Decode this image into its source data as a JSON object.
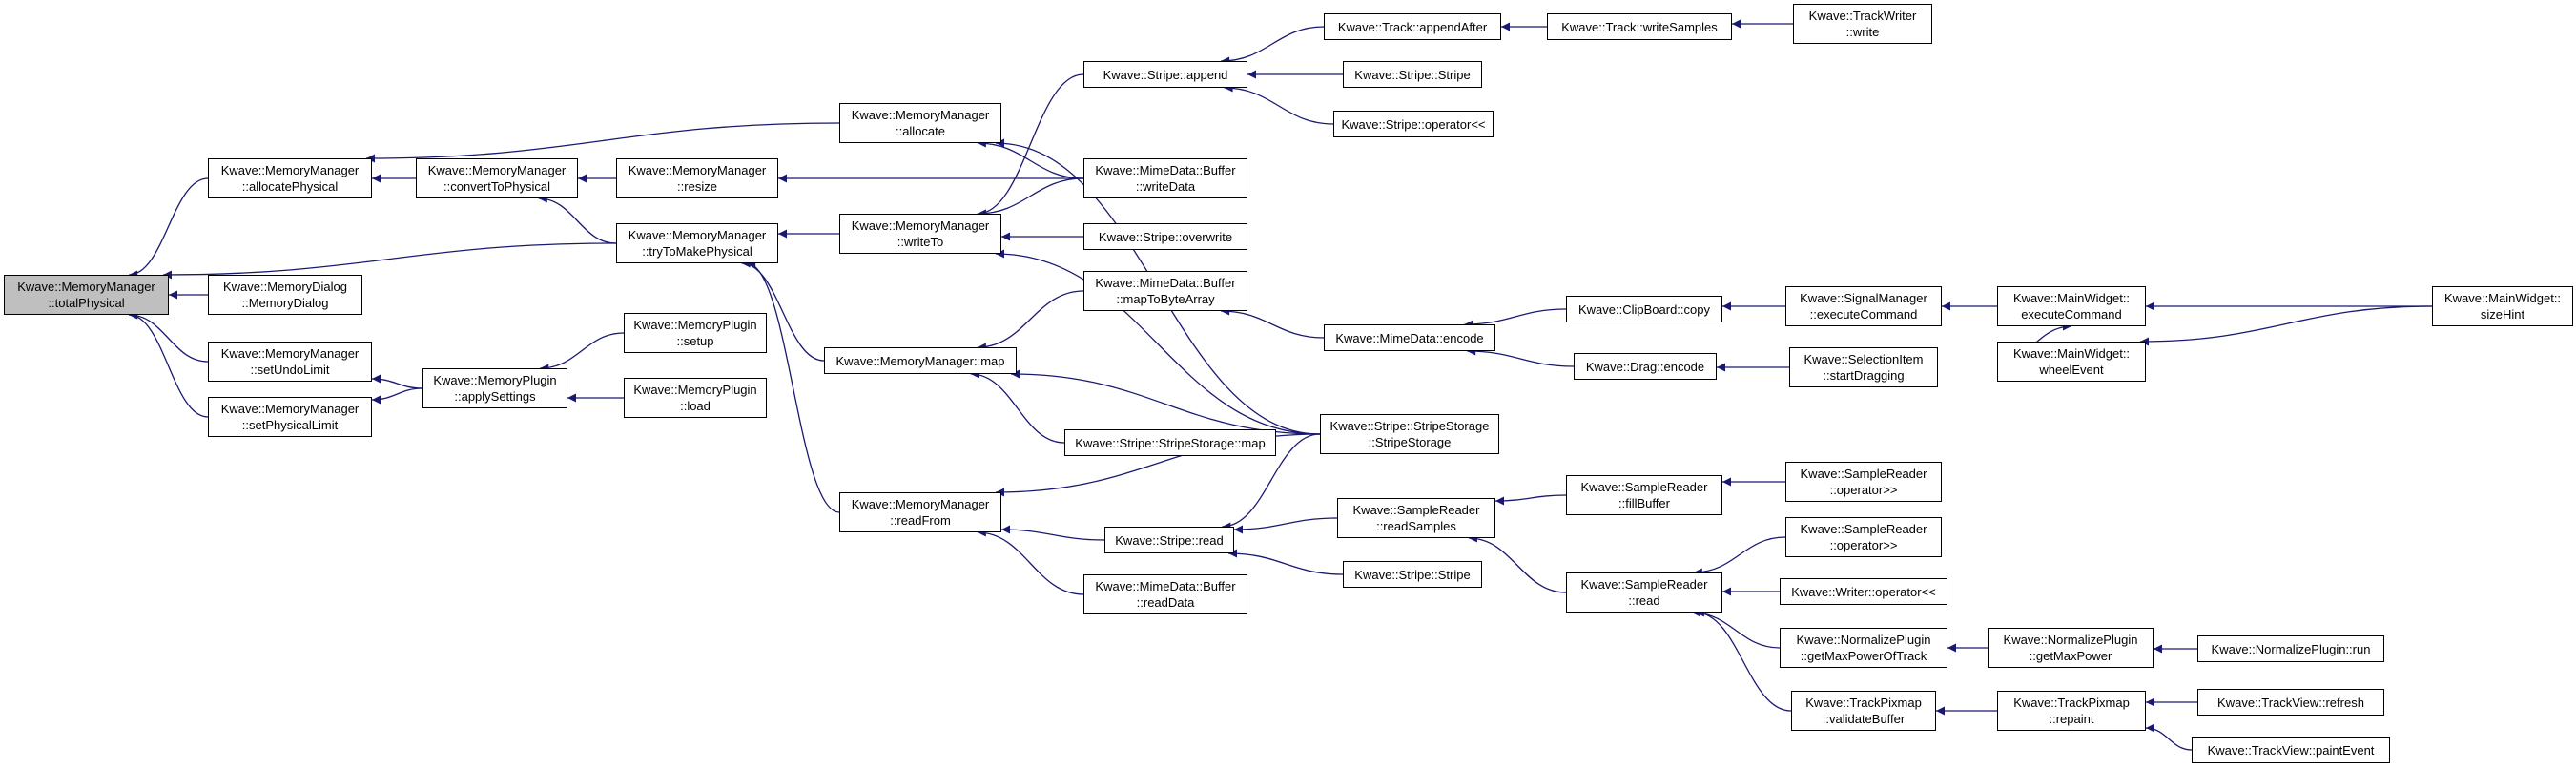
{
  "colors": {
    "edge": "#191970",
    "node_border": "#000000",
    "focus_fill": "#bfbfbf",
    "node_fill": "#ffffff"
  },
  "nodes": [
    {
      "id": "n0",
      "lines": [
        "Kwave::MemoryManager",
        "::totalPhysical"
      ],
      "focus": true
    },
    {
      "id": "n1",
      "lines": [
        "Kwave::MemoryManager",
        "::allocatePhysical"
      ]
    },
    {
      "id": "n2",
      "lines": [
        "Kwave::MemoryDialog",
        "::MemoryDialog"
      ]
    },
    {
      "id": "n3",
      "lines": [
        "Kwave::MemoryManager",
        "::setUndoLimit"
      ]
    },
    {
      "id": "n4",
      "lines": [
        "Kwave::MemoryManager",
        "::setPhysicalLimit"
      ]
    },
    {
      "id": "n5",
      "lines": [
        "Kwave::MemoryManager",
        "::convertToPhysical"
      ]
    },
    {
      "id": "n6",
      "lines": [
        "Kwave::MemoryPlugin",
        "::applySettings"
      ]
    },
    {
      "id": "n7",
      "lines": [
        "Kwave::MemoryManager",
        "::resize"
      ]
    },
    {
      "id": "n8",
      "lines": [
        "Kwave::MemoryManager",
        "::tryToMakePhysical"
      ]
    },
    {
      "id": "n9",
      "lines": [
        "Kwave::MemoryPlugin",
        "::setup"
      ]
    },
    {
      "id": "n10",
      "lines": [
        "Kwave::MemoryPlugin",
        "::load"
      ]
    },
    {
      "id": "n11",
      "lines": [
        "Kwave::MemoryManager",
        "::allocate"
      ]
    },
    {
      "id": "n12",
      "lines": [
        "Kwave::MemoryManager",
        "::writeTo"
      ]
    },
    {
      "id": "n13",
      "lines": [
        "Kwave::MemoryManager::map"
      ]
    },
    {
      "id": "n14",
      "lines": [
        "Kwave::MemoryManager",
        "::readFrom"
      ]
    },
    {
      "id": "n15",
      "lines": [
        "Kwave::Stripe::append"
      ]
    },
    {
      "id": "n16",
      "lines": [
        "Kwave::MimeData::Buffer",
        "::writeData"
      ]
    },
    {
      "id": "n17",
      "lines": [
        "Kwave::Stripe::overwrite"
      ]
    },
    {
      "id": "n18",
      "lines": [
        "Kwave::MimeData::Buffer",
        "::mapToByteArray"
      ]
    },
    {
      "id": "n19",
      "lines": [
        "Kwave::Stripe::StripeStorage::map"
      ]
    },
    {
      "id": "n20",
      "lines": [
        "Kwave::Stripe::read"
      ]
    },
    {
      "id": "n21",
      "lines": [
        "Kwave::MimeData::Buffer",
        "::readData"
      ]
    },
    {
      "id": "n22",
      "lines": [
        "Kwave::Track::appendAfter"
      ]
    },
    {
      "id": "n23",
      "lines": [
        "Kwave::Stripe::Stripe"
      ]
    },
    {
      "id": "n24",
      "lines": [
        "Kwave::Stripe::operator<<"
      ]
    },
    {
      "id": "n25",
      "lines": [
        "Kwave::MimeData::encode"
      ]
    },
    {
      "id": "n26",
      "lines": [
        "Kwave::Stripe::StripeStorage",
        "::StripeStorage"
      ]
    },
    {
      "id": "n27",
      "lines": [
        "Kwave::SampleReader",
        "::readSamples"
      ]
    },
    {
      "id": "n28",
      "lines": [
        "Kwave::Stripe::Stripe"
      ]
    },
    {
      "id": "n29",
      "lines": [
        "Kwave::Track::writeSamples"
      ]
    },
    {
      "id": "n30",
      "lines": [
        "Kwave::TrackWriter",
        "::write"
      ]
    },
    {
      "id": "n31",
      "lines": [
        "Kwave::ClipBoard::copy"
      ]
    },
    {
      "id": "n32",
      "lines": [
        "Kwave::Drag::encode"
      ]
    },
    {
      "id": "n33",
      "lines": [
        "Kwave::SampleReader",
        "::fillBuffer"
      ]
    },
    {
      "id": "n34",
      "lines": [
        "Kwave::SampleReader",
        "::read"
      ]
    },
    {
      "id": "n35",
      "lines": [
        "Kwave::SignalManager",
        "::executeCommand"
      ]
    },
    {
      "id": "n36",
      "lines": [
        "Kwave::SelectionItem",
        "::startDragging"
      ]
    },
    {
      "id": "n37",
      "lines": [
        "Kwave::SampleReader",
        "::operator>>"
      ]
    },
    {
      "id": "n38",
      "lines": [
        "Kwave::SampleReader",
        "::operator>>"
      ]
    },
    {
      "id": "n39",
      "lines": [
        "Kwave::Writer::operator<<"
      ]
    },
    {
      "id": "n40",
      "lines": [
        "Kwave::NormalizePlugin",
        "::getMaxPowerOfTrack"
      ]
    },
    {
      "id": "n41",
      "lines": [
        "Kwave::TrackPixmap",
        "::validateBuffer"
      ]
    },
    {
      "id": "n42",
      "lines": [
        "Kwave::MainWidget::",
        "executeCommand"
      ]
    },
    {
      "id": "n43",
      "lines": [
        "Kwave::MainWidget::",
        "wheelEvent"
      ]
    },
    {
      "id": "n44",
      "lines": [
        "Kwave::NormalizePlugin",
        "::getMaxPower"
      ]
    },
    {
      "id": "n45",
      "lines": [
        "Kwave::TrackPixmap",
        "::repaint"
      ]
    },
    {
      "id": "n46",
      "lines": [
        "Kwave::MainWidget::",
        "sizeHint"
      ]
    },
    {
      "id": "n47",
      "lines": [
        "Kwave::NormalizePlugin::run"
      ]
    },
    {
      "id": "n48",
      "lines": [
        "Kwave::TrackView::refresh"
      ]
    },
    {
      "id": "n49",
      "lines": [
        "Kwave::TrackView::paintEvent"
      ]
    }
  ],
  "edges": [
    [
      "n1",
      "n0"
    ],
    [
      "n2",
      "n0"
    ],
    [
      "n3",
      "n0"
    ],
    [
      "n4",
      "n0"
    ],
    [
      "n8",
      "n0"
    ],
    [
      "n5",
      "n1"
    ],
    [
      "n11",
      "n1"
    ],
    [
      "n7",
      "n5"
    ],
    [
      "n8",
      "n5"
    ],
    [
      "n6",
      "n3"
    ],
    [
      "n6",
      "n4"
    ],
    [
      "n9",
      "n6"
    ],
    [
      "n10",
      "n6"
    ],
    [
      "n16",
      "n7"
    ],
    [
      "n12",
      "n8"
    ],
    [
      "n13",
      "n8"
    ],
    [
      "n14",
      "n8"
    ],
    [
      "n16",
      "n11"
    ],
    [
      "n26",
      "n11"
    ],
    [
      "n15",
      "n12"
    ],
    [
      "n16",
      "n12"
    ],
    [
      "n17",
      "n12"
    ],
    [
      "n26",
      "n12"
    ],
    [
      "n18",
      "n13"
    ],
    [
      "n19",
      "n13"
    ],
    [
      "n26",
      "n13"
    ],
    [
      "n20",
      "n14"
    ],
    [
      "n21",
      "n14"
    ],
    [
      "n26",
      "n14"
    ],
    [
      "n22",
      "n15"
    ],
    [
      "n23",
      "n15"
    ],
    [
      "n24",
      "n15"
    ],
    [
      "n29",
      "n22"
    ],
    [
      "n30",
      "n29"
    ],
    [
      "n25",
      "n18"
    ],
    [
      "n31",
      "n25"
    ],
    [
      "n32",
      "n25"
    ],
    [
      "n35",
      "n31"
    ],
    [
      "n36",
      "n32"
    ],
    [
      "n42",
      "n35"
    ],
    [
      "n43",
      "n42"
    ],
    [
      "n46",
      "n42"
    ],
    [
      "n46",
      "n43"
    ],
    [
      "n26",
      "n20"
    ],
    [
      "n27",
      "n20"
    ],
    [
      "n28",
      "n20"
    ],
    [
      "n33",
      "n27"
    ],
    [
      "n34",
      "n27"
    ],
    [
      "n37",
      "n33"
    ],
    [
      "n38",
      "n34"
    ],
    [
      "n39",
      "n34"
    ],
    [
      "n40",
      "n34"
    ],
    [
      "n41",
      "n34"
    ],
    [
      "n44",
      "n40"
    ],
    [
      "n47",
      "n44"
    ],
    [
      "n45",
      "n41"
    ],
    [
      "n48",
      "n45"
    ],
    [
      "n49",
      "n45"
    ]
  ]
}
